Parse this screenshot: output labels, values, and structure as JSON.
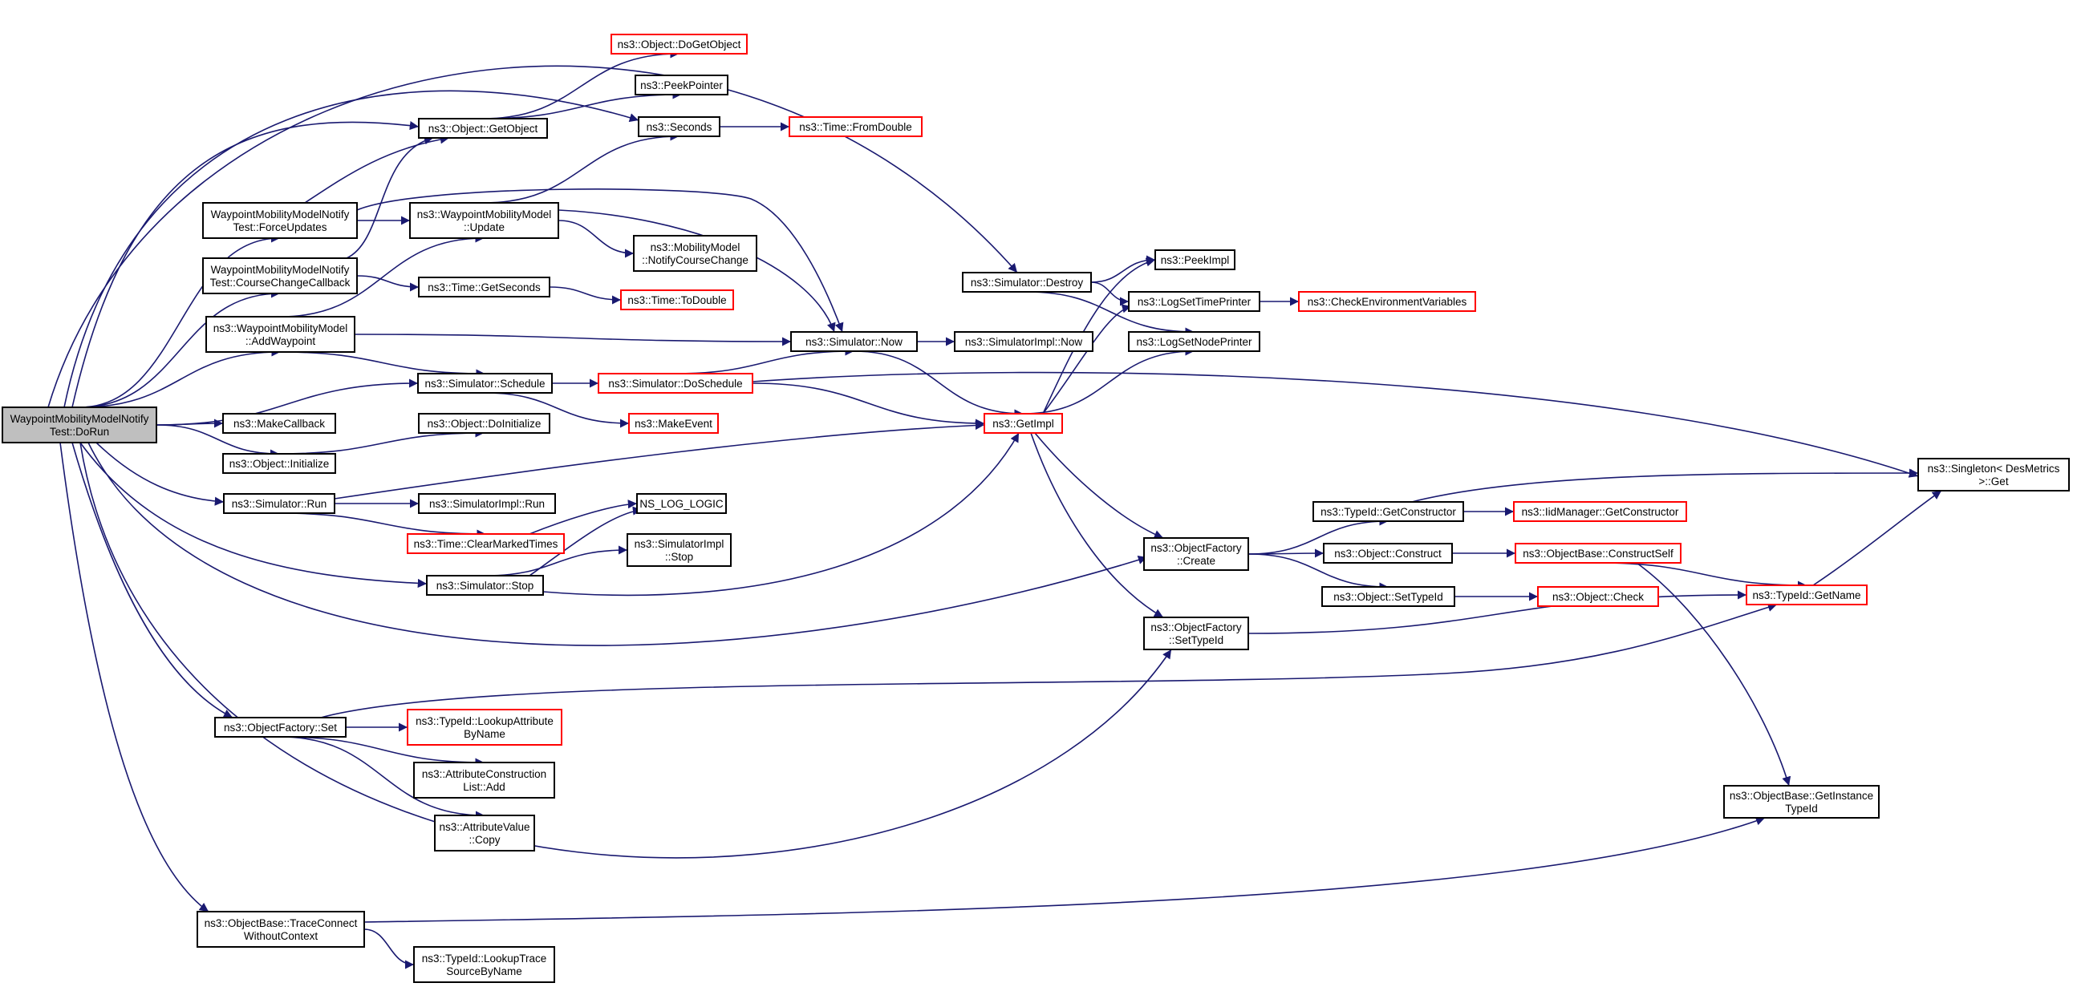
{
  "colors": {
    "edge": "#191970",
    "node_border": "#000000",
    "truncated_border": "#ff0000",
    "root_fill": "#bfbfbf",
    "node_fill": "#ffffff"
  },
  "nodes": [
    {
      "id": "root",
      "lines": [
        "WaypointMobilityModelNotify",
        "Test::DoRun"
      ],
      "style": "root"
    },
    {
      "id": "doGetObject",
      "lines": [
        "ns3::Object::DoGetObject"
      ],
      "style": "truncated"
    },
    {
      "id": "peekPointer",
      "lines": [
        "ns3::PeekPointer"
      ],
      "style": "normal"
    },
    {
      "id": "getObject",
      "lines": [
        "ns3::Object::GetObject"
      ],
      "style": "normal"
    },
    {
      "id": "seconds",
      "lines": [
        "ns3::Seconds"
      ],
      "style": "normal"
    },
    {
      "id": "fromDouble",
      "lines": [
        "ns3::Time::FromDouble"
      ],
      "style": "truncated"
    },
    {
      "id": "forceUpdates",
      "lines": [
        "WaypointMobilityModelNotify",
        "Test::ForceUpdates"
      ],
      "style": "normal"
    },
    {
      "id": "update",
      "lines": [
        "ns3::WaypointMobilityModel",
        "::Update"
      ],
      "style": "normal"
    },
    {
      "id": "notifyCourseChange",
      "lines": [
        "ns3::MobilityModel",
        "::NotifyCourseChange"
      ],
      "style": "normal"
    },
    {
      "id": "courseChangeCallback",
      "lines": [
        "WaypointMobilityModelNotify",
        "Test::CourseChangeCallback"
      ],
      "style": "normal"
    },
    {
      "id": "getSeconds",
      "lines": [
        "ns3::Time::GetSeconds"
      ],
      "style": "normal"
    },
    {
      "id": "toDouble",
      "lines": [
        "ns3::Time::ToDouble"
      ],
      "style": "truncated"
    },
    {
      "id": "destroy",
      "lines": [
        "ns3::Simulator::Destroy"
      ],
      "style": "normal"
    },
    {
      "id": "peekImpl",
      "lines": [
        "ns3::PeekImpl"
      ],
      "style": "normal"
    },
    {
      "id": "logSetTimePrinter",
      "lines": [
        "ns3::LogSetTimePrinter"
      ],
      "style": "normal"
    },
    {
      "id": "checkEnvVars",
      "lines": [
        "ns3::CheckEnvironmentVariables"
      ],
      "style": "truncated"
    },
    {
      "id": "logSetNodePrinter",
      "lines": [
        "ns3::LogSetNodePrinter"
      ],
      "style": "normal"
    },
    {
      "id": "addWaypoint",
      "lines": [
        "ns3::WaypointMobilityModel",
        "::AddWaypoint"
      ],
      "style": "normal"
    },
    {
      "id": "now",
      "lines": [
        "ns3::Simulator::Now"
      ],
      "style": "normal"
    },
    {
      "id": "simImplNow",
      "lines": [
        "ns3::SimulatorImpl::Now"
      ],
      "style": "normal"
    },
    {
      "id": "schedule",
      "lines": [
        "ns3::Simulator::Schedule"
      ],
      "style": "normal"
    },
    {
      "id": "doSchedule",
      "lines": [
        "ns3::Simulator::DoSchedule"
      ],
      "style": "truncated"
    },
    {
      "id": "makeEvent",
      "lines": [
        "ns3::MakeEvent"
      ],
      "style": "truncated"
    },
    {
      "id": "getImpl",
      "lines": [
        "ns3::GetImpl"
      ],
      "style": "truncated"
    },
    {
      "id": "makeCallback",
      "lines": [
        "ns3::MakeCallback"
      ],
      "style": "normal"
    },
    {
      "id": "doInitialize",
      "lines": [
        "ns3::Object::DoInitialize"
      ],
      "style": "normal"
    },
    {
      "id": "initialize",
      "lines": [
        "ns3::Object::Initialize"
      ],
      "style": "normal"
    },
    {
      "id": "singletonGet",
      "lines": [
        "ns3::Singleton< DesMetrics",
        " >::Get"
      ],
      "style": "normal"
    },
    {
      "id": "run",
      "lines": [
        "ns3::Simulator::Run"
      ],
      "style": "normal"
    },
    {
      "id": "simImplRun",
      "lines": [
        "ns3::SimulatorImpl::Run"
      ],
      "style": "normal"
    },
    {
      "id": "nsLogLogic",
      "lines": [
        "NS_LOG_LOGIC"
      ],
      "style": "normal"
    },
    {
      "id": "typeIdGetConstructor",
      "lines": [
        "ns3::TypeId::GetConstructor"
      ],
      "style": "normal"
    },
    {
      "id": "iidGetConstructor",
      "lines": [
        "ns3::IidManager::GetConstructor"
      ],
      "style": "truncated"
    },
    {
      "id": "clearMarkedTimes",
      "lines": [
        "ns3::Time::ClearMarkedTimes"
      ],
      "style": "truncated"
    },
    {
      "id": "simImplStop",
      "lines": [
        "ns3::SimulatorImpl",
        "::Stop"
      ],
      "style": "normal"
    },
    {
      "id": "factoryCreate",
      "lines": [
        "ns3::ObjectFactory",
        "::Create"
      ],
      "style": "normal"
    },
    {
      "id": "construct",
      "lines": [
        "ns3::Object::Construct"
      ],
      "style": "normal"
    },
    {
      "id": "constructSelf",
      "lines": [
        "ns3::ObjectBase::ConstructSelf"
      ],
      "style": "truncated"
    },
    {
      "id": "stop",
      "lines": [
        "ns3::Simulator::Stop"
      ],
      "style": "normal"
    },
    {
      "id": "setTypeIdObj",
      "lines": [
        "ns3::Object::SetTypeId"
      ],
      "style": "normal"
    },
    {
      "id": "objectCheck",
      "lines": [
        "ns3::Object::Check"
      ],
      "style": "truncated"
    },
    {
      "id": "typeIdGetName",
      "lines": [
        "ns3::TypeId::GetName"
      ],
      "style": "truncated"
    },
    {
      "id": "factorySetTypeId",
      "lines": [
        "ns3::ObjectFactory",
        "::SetTypeId"
      ],
      "style": "normal"
    },
    {
      "id": "factorySet",
      "lines": [
        "ns3::ObjectFactory::Set"
      ],
      "style": "normal"
    },
    {
      "id": "lookupAttribute",
      "lines": [
        "ns3::TypeId::LookupAttribute",
        "ByName"
      ],
      "style": "truncated"
    },
    {
      "id": "attrConstructionAdd",
      "lines": [
        "ns3::AttributeConstruction",
        "List::Add"
      ],
      "style": "normal"
    },
    {
      "id": "attrValueCopy",
      "lines": [
        "ns3::AttributeValue",
        "::Copy"
      ],
      "style": "normal"
    },
    {
      "id": "getInstanceTypeId",
      "lines": [
        "ns3::ObjectBase::GetInstance",
        "TypeId"
      ],
      "style": "normal"
    },
    {
      "id": "traceConnect",
      "lines": [
        "ns3::ObjectBase::TraceConnect",
        "WithoutContext"
      ],
      "style": "normal"
    },
    {
      "id": "lookupTraceSource",
      "lines": [
        "ns3::TypeId::LookupTrace",
        "SourceByName"
      ],
      "style": "normal"
    }
  ],
  "edges": [
    [
      "root",
      "getObject"
    ],
    [
      "root",
      "seconds"
    ],
    [
      "root",
      "forceUpdates"
    ],
    [
      "root",
      "courseChangeCallback"
    ],
    [
      "root",
      "destroy"
    ],
    [
      "root",
      "addWaypoint"
    ],
    [
      "root",
      "schedule"
    ],
    [
      "root",
      "makeCallback"
    ],
    [
      "root",
      "initialize"
    ],
    [
      "root",
      "run"
    ],
    [
      "root",
      "stop"
    ],
    [
      "root",
      "factoryCreate"
    ],
    [
      "root",
      "factorySet"
    ],
    [
      "root",
      "factorySetTypeId"
    ],
    [
      "root",
      "traceConnect"
    ],
    [
      "getObject",
      "doGetObject"
    ],
    [
      "getObject",
      "peekPointer"
    ],
    [
      "seconds",
      "fromDouble"
    ],
    [
      "forceUpdates",
      "getObject"
    ],
    [
      "forceUpdates",
      "update"
    ],
    [
      "forceUpdates",
      "now"
    ],
    [
      "update",
      "seconds"
    ],
    [
      "update",
      "notifyCourseChange"
    ],
    [
      "update",
      "now"
    ],
    [
      "courseChangeCallback",
      "getObject"
    ],
    [
      "courseChangeCallback",
      "getSeconds"
    ],
    [
      "getSeconds",
      "toDouble"
    ],
    [
      "destroy",
      "peekImpl"
    ],
    [
      "destroy",
      "logSetTimePrinter"
    ],
    [
      "destroy",
      "logSetNodePrinter"
    ],
    [
      "logSetTimePrinter",
      "checkEnvVars"
    ],
    [
      "addWaypoint",
      "update"
    ],
    [
      "addWaypoint",
      "now"
    ],
    [
      "addWaypoint",
      "schedule"
    ],
    [
      "now",
      "simImplNow"
    ],
    [
      "now",
      "getImpl"
    ],
    [
      "schedule",
      "doSchedule"
    ],
    [
      "schedule",
      "makeEvent"
    ],
    [
      "doSchedule",
      "now"
    ],
    [
      "doSchedule",
      "getImpl"
    ],
    [
      "doSchedule",
      "singletonGet"
    ],
    [
      "getImpl",
      "peekImpl"
    ],
    [
      "getImpl",
      "logSetTimePrinter"
    ],
    [
      "getImpl",
      "logSetNodePrinter"
    ],
    [
      "getImpl",
      "factoryCreate"
    ],
    [
      "getImpl",
      "factorySetTypeId"
    ],
    [
      "initialize",
      "doInitialize"
    ],
    [
      "run",
      "getImpl"
    ],
    [
      "run",
      "simImplRun"
    ],
    [
      "run",
      "clearMarkedTimes"
    ],
    [
      "clearMarkedTimes",
      "nsLogLogic"
    ],
    [
      "stop",
      "nsLogLogic"
    ],
    [
      "stop",
      "simImplStop"
    ],
    [
      "stop",
      "getImpl"
    ],
    [
      "factoryCreate",
      "typeIdGetConstructor"
    ],
    [
      "factoryCreate",
      "construct"
    ],
    [
      "factoryCreate",
      "setTypeIdObj"
    ],
    [
      "typeIdGetConstructor",
      "iidGetConstructor"
    ],
    [
      "typeIdGetConstructor",
      "singletonGet"
    ],
    [
      "construct",
      "constructSelf"
    ],
    [
      "constructSelf",
      "typeIdGetName"
    ],
    [
      "constructSelf",
      "getInstanceTypeId"
    ],
    [
      "setTypeIdObj",
      "objectCheck"
    ],
    [
      "typeIdGetName",
      "singletonGet"
    ],
    [
      "factorySetTypeId",
      "typeIdGetName"
    ],
    [
      "factorySet",
      "typeIdGetName"
    ],
    [
      "factorySet",
      "lookupAttribute"
    ],
    [
      "factorySet",
      "attrConstructionAdd"
    ],
    [
      "factorySet",
      "attrValueCopy"
    ],
    [
      "traceConnect",
      "getInstanceTypeId"
    ],
    [
      "traceConnect",
      "lookupTraceSource"
    ]
  ]
}
